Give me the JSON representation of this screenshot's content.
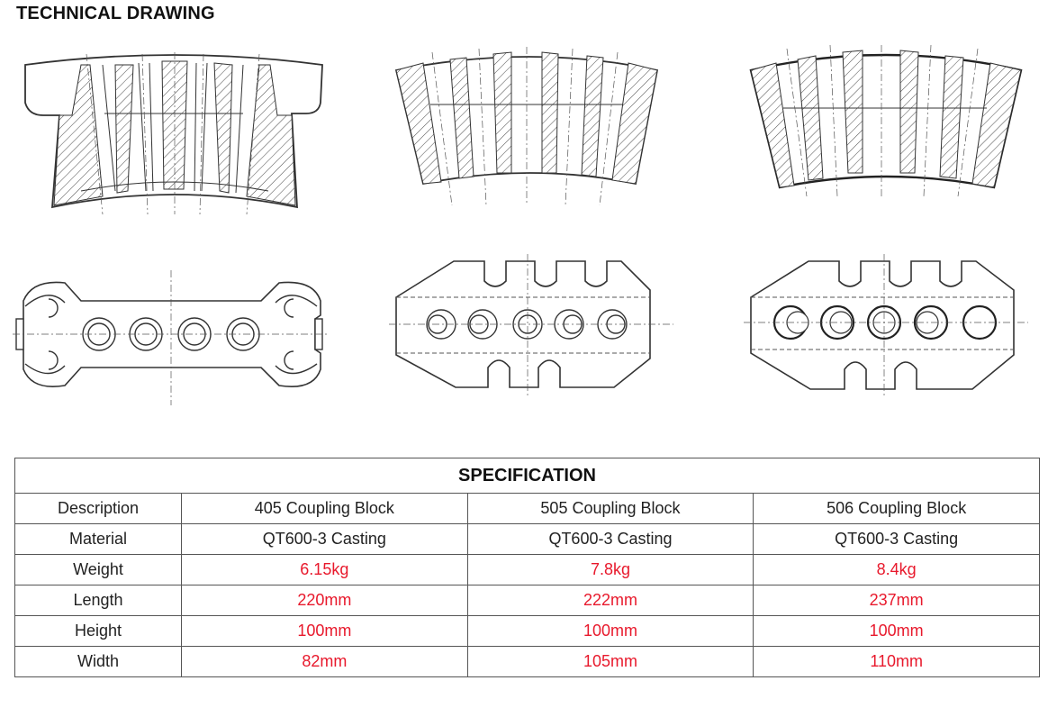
{
  "heading": "TECHNICAL DRAWING",
  "drawings": [
    {
      "view": "side",
      "model": "405",
      "icon": "coupling-block-405-side-drawing"
    },
    {
      "view": "side",
      "model": "505",
      "icon": "coupling-block-505-side-drawing"
    },
    {
      "view": "side",
      "model": "506",
      "icon": "coupling-block-506-side-drawing"
    },
    {
      "view": "top",
      "model": "405",
      "icon": "coupling-block-405-top-drawing"
    },
    {
      "view": "top",
      "model": "505",
      "icon": "coupling-block-505-top-drawing"
    },
    {
      "view": "top",
      "model": "506",
      "icon": "coupling-block-506-top-drawing"
    }
  ],
  "spec": {
    "title": "SPECIFICATION",
    "highlight_color": "#e8192c",
    "header": {
      "label": "Description",
      "cols": [
        "405 Coupling Block",
        "505 Coupling Block",
        "506 Coupling Block"
      ]
    },
    "rows": [
      {
        "label": "Material",
        "values": [
          "QT600-3 Casting",
          "QT600-3 Casting",
          "QT600-3 Casting"
        ],
        "highlight": false
      },
      {
        "label": "Weight",
        "values": [
          "6.15kg",
          "7.8kg",
          "8.4kg"
        ],
        "highlight": true
      },
      {
        "label": "Length",
        "values": [
          "220mm",
          "222mm",
          "237mm"
        ],
        "highlight": true
      },
      {
        "label": "Height",
        "values": [
          "100mm",
          "100mm",
          "100mm"
        ],
        "highlight": true
      },
      {
        "label": "Width",
        "values": [
          "82mm",
          "105mm",
          "110mm"
        ],
        "highlight": true
      }
    ]
  }
}
